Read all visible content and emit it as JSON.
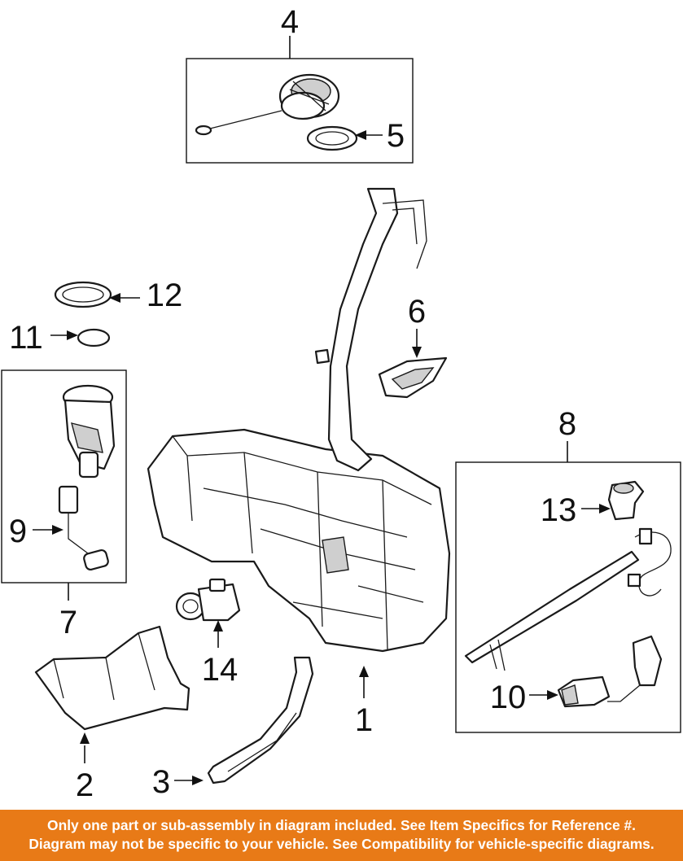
{
  "callouts": {
    "c1": "1",
    "c2": "2",
    "c3": "3",
    "c4": "4",
    "c5": "5",
    "c6": "6",
    "c7": "7",
    "c8": "8",
    "c9": "9",
    "c10": "10",
    "c11": "11",
    "c12": "12",
    "c13": "13",
    "c14": "14"
  },
  "banner": {
    "line1": "Only one part or sub-assembly in diagram included. See Item Specifics for Reference #.",
    "line2": "Diagram may not be specific to your vehicle. See Compatibility for vehicle-specific diagrams."
  },
  "colors": {
    "banner_bg": "#e87a17",
    "banner_text": "#ffffff",
    "line_art": "#111111"
  }
}
